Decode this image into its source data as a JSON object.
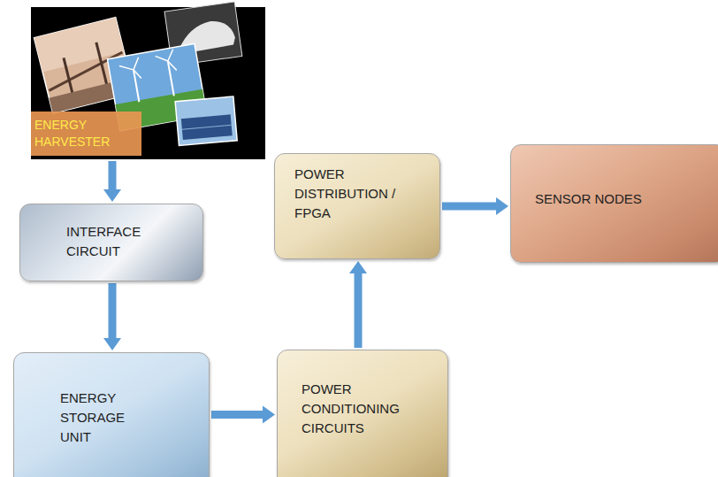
{
  "diagram": {
    "nodes": [
      {
        "text": [
          "ENERGY HARVESTER"
        ]
      },
      {
        "text": [
          "INTERFACE CIRCUIT"
        ]
      },
      {
        "text": [
          "ENERGY STORAGE UNIT"
        ]
      },
      {
        "text": [
          "POWER CONDITIONING CIRCUITS"
        ]
      },
      {
        "text": [
          "POWER DISTRIBUTION / FPGA"
        ]
      },
      {
        "text": [
          "SENSOR NODES"
        ]
      }
    ],
    "edges": [
      {
        "from": 0,
        "to": 1,
        "arrow": "to"
      },
      {
        "from": 1,
        "to": 2,
        "arrow": "to"
      },
      {
        "from": 2,
        "to": 3,
        "arrow": "to"
      },
      {
        "from": 3,
        "to": 4,
        "arrow": "to"
      },
      {
        "from": 4,
        "to": 5,
        "arrow": "to"
      }
    ]
  }
}
